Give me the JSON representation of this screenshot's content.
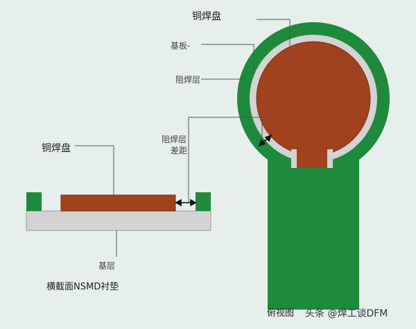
{
  "labels": {
    "pad_top": "铜焊盘",
    "substrate_top": "基板-",
    "mask_top": "阻焊层",
    "clearance_line1": "阻焊层",
    "clearance_line2": "差距",
    "pad_cross": "铜焊盘",
    "base_cross": "基层",
    "caption_cross": "横截面NSMD衬垫",
    "caption_top_view": "俯视图"
  },
  "watermark": {
    "text": "头条 @焊工谈DFM"
  },
  "colors": {
    "background": "#e6efeb",
    "solder_mask": "#1e8a3c",
    "substrate": "#d3d3d3",
    "copper": "#a0421e",
    "line": "#555555"
  }
}
